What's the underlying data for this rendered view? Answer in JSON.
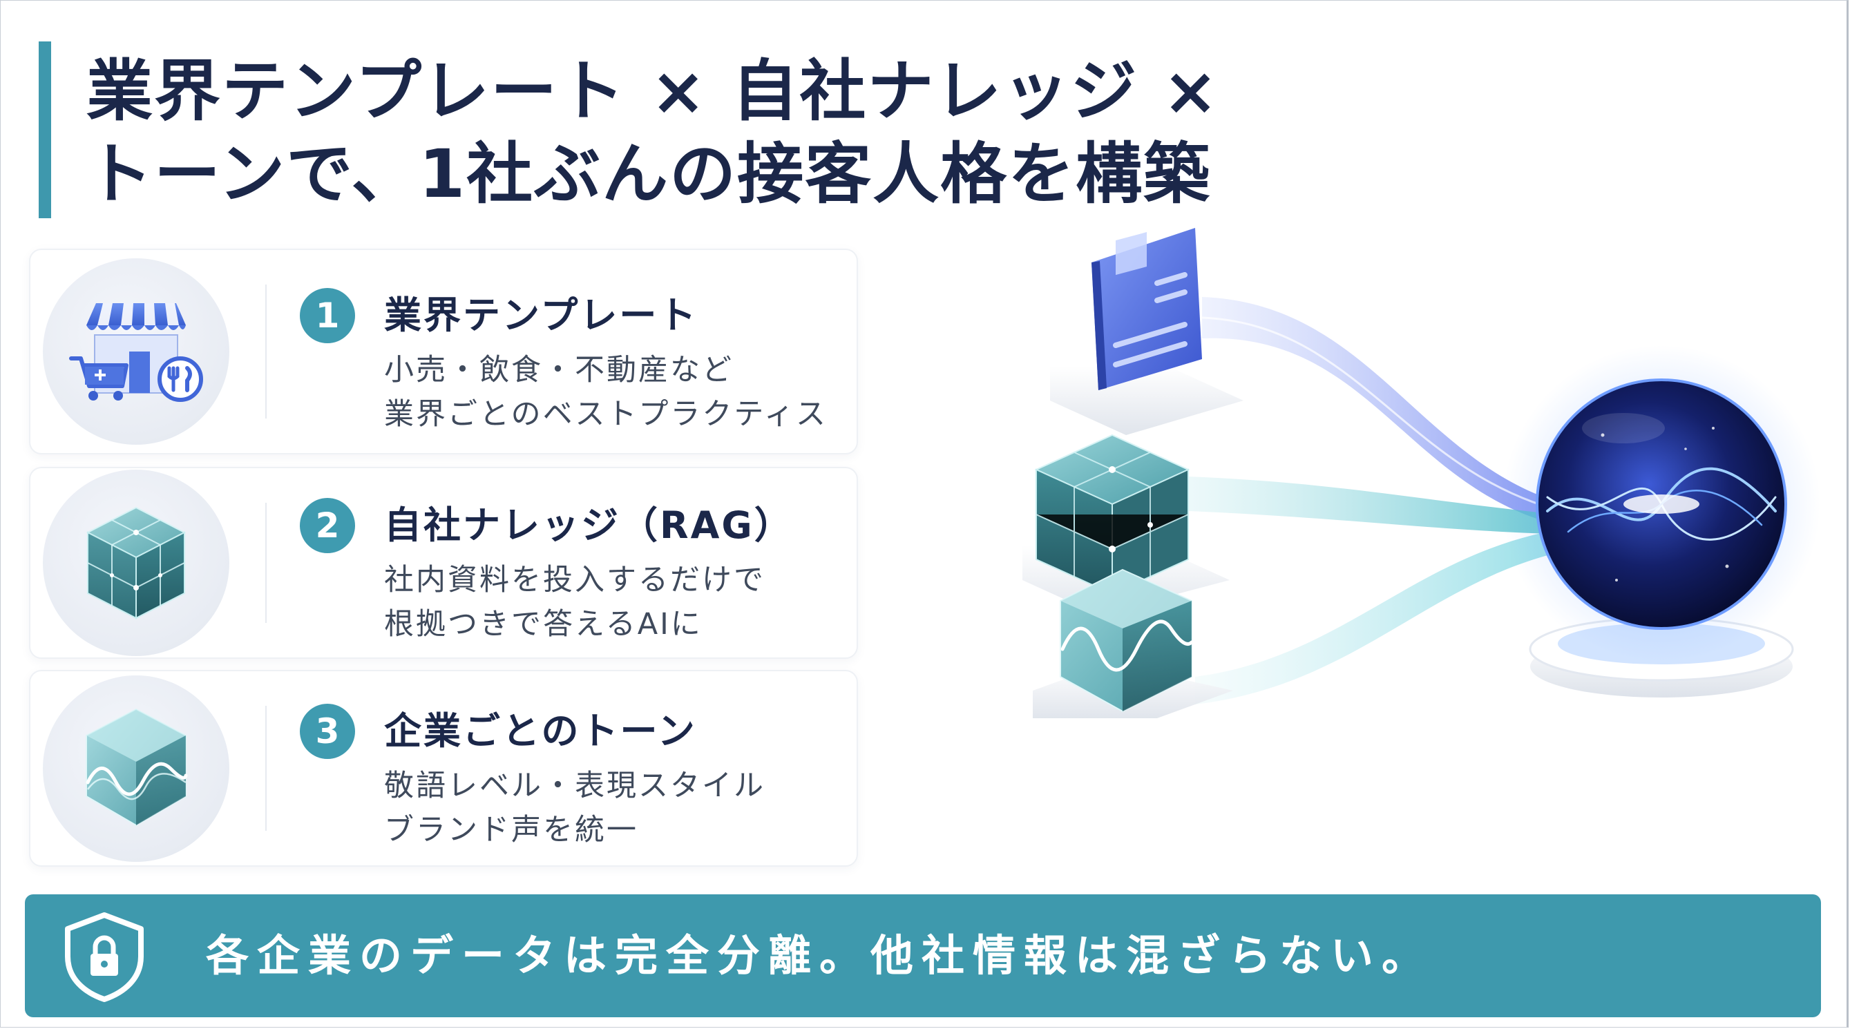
{
  "title": {
    "line1": "業界テンプレート × 自社ナレッジ ×",
    "line2": "トーンで、1社ぶんの接客人格を構築"
  },
  "cards": [
    {
      "number": "1",
      "title": "業界テンプレート",
      "desc_line1": "小売・飲食・不動産など",
      "desc_line2": "業界ごとのベストプラクティス",
      "icon": "storefront-icon"
    },
    {
      "number": "2",
      "title": "自社ナレッジ（RAG）",
      "desc_line1": "社内資料を投入するだけで",
      "desc_line2": "根拠つきで答えるAIに",
      "icon": "knowledge-cubes-icon"
    },
    {
      "number": "3",
      "title": "企業ごとのトーン",
      "desc_line1": "敬語レベル・表現スタイル",
      "desc_line2": "ブランド声を統一",
      "icon": "tone-wave-cube-icon"
    }
  ],
  "banner": {
    "text": "各企業のデータは完全分離。他社情報は混ざらない。",
    "icon": "shield-lock-icon"
  },
  "colors": {
    "accent": "#3e99ad",
    "title": "#1b2749",
    "body": "#3f4a5c"
  }
}
